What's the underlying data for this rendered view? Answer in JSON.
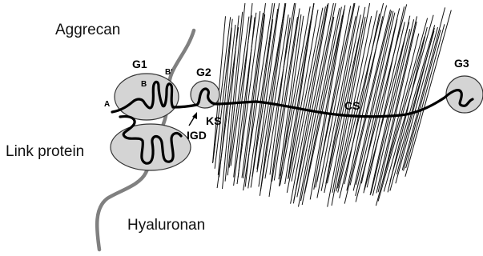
{
  "labels": {
    "aggrecan": "Aggrecan",
    "link_protein": "Link protein",
    "hyaluronan": "Hyaluronan",
    "g1": "G1",
    "g2": "G2",
    "g3": "G3",
    "cs": "CS",
    "ks": "KS",
    "igd": "IGD",
    "a": "A",
    "b": "B",
    "b_prime": "B'"
  },
  "colors": {
    "domain_fill": "#d4d4d4",
    "hyaluronan": "#808080",
    "core_protein": "#000000"
  }
}
